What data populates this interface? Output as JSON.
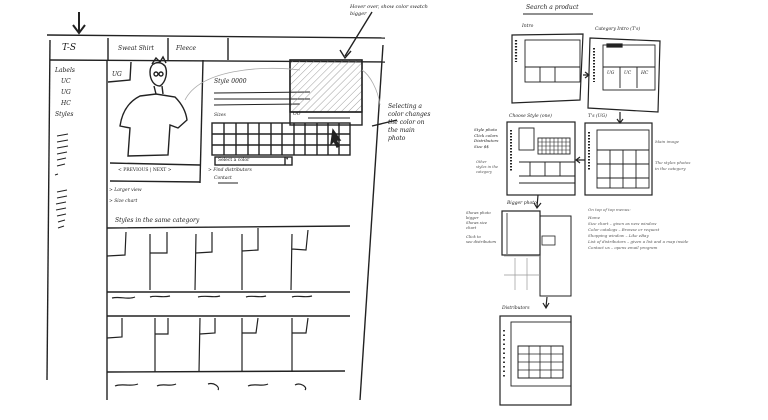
{
  "wireframe": {
    "tabs": [
      "T-S",
      "Sweat Shirt",
      "Fleece"
    ],
    "sidebar": [
      "Labels",
      "UC",
      "UG",
      "HC",
      "Styles"
    ],
    "label_badge": "UG",
    "pager": "< PREVIOUS | NEXT >",
    "style_title": "Style 0000",
    "sizes_label": "Sizes",
    "swatch_circles": "OO",
    "color_select": "Select a color",
    "find_distributors": "> Find distributors",
    "contact": "Contact",
    "larger_view": "> Larger view",
    "size_chart": "> Size chart",
    "same_category": "Styles in the same category"
  },
  "annotations": {
    "hover": "Hover over, show color swatch bigger",
    "select_color": "Selecting a color changes the color on the main photo"
  },
  "flow": {
    "title": "Search a product",
    "screens": {
      "intro": "Intro",
      "category_intro": "Category Intro (T's)",
      "category_labels": [
        "UG",
        "UC",
        "HC"
      ],
      "choose_style": "Choose Style (one)",
      "ts_ug": "T's (UG)",
      "bigger_photo": "Bigger photo",
      "distributors": "Distributors"
    },
    "notes": {
      "choose_style": [
        "Style photo",
        "Click colors",
        "Distributors",
        "Size $$"
      ],
      "choose_style_other": [
        "Other",
        "styles in the",
        "category"
      ],
      "ts_main": "Main image",
      "ts_styles": [
        "The styles photos",
        "in the category"
      ],
      "bigger": [
        "Shows photo",
        "bigger",
        "Shows size",
        "chart",
        "Click to",
        "see distributors"
      ]
    },
    "top_menu": {
      "heading": "On top of top menus:",
      "items": [
        "Home",
        "Size chart – given as new window",
        "Color catalogs – Browse or request",
        "Shopping window – Like eBay",
        "List of distributors – given a list and a map inside",
        "Contact us – opens email program"
      ]
    }
  }
}
